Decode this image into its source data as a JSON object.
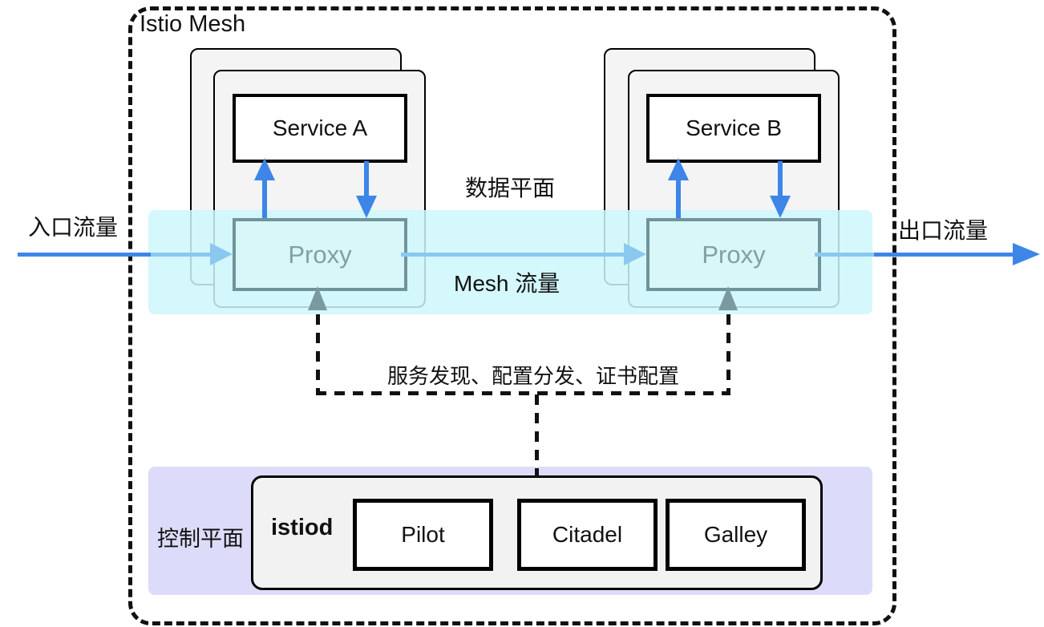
{
  "title": "Istio Mesh",
  "traffic": {
    "ingress": "入口流量",
    "egress": "出口流量",
    "mesh": "Mesh 流量"
  },
  "planes": {
    "data_plane": "数据平面",
    "control_plane": "控制平面"
  },
  "connector_label": "服务发现、配置分发、证书配置",
  "pods": [
    {
      "service": "Service A",
      "proxy": "Proxy"
    },
    {
      "service": "Service B",
      "proxy": "Proxy"
    }
  ],
  "istiod": {
    "label": "istiod",
    "components": [
      "Pilot",
      "Citadel",
      "Galley"
    ]
  },
  "colors": {
    "arrow_blue": "#3d86e8",
    "arrow_light_blue": "#8bc8f0",
    "data_plane_band": "#cdf7fa",
    "control_plane_band": "#dcdcfa",
    "proxy_border": "#6f949b",
    "proxy_fill": "#d9f7f9",
    "proxy_text": "#7fa0a5",
    "gray_arrow": "#7b9aa0",
    "pod_fill": "#f4f4f4",
    "istiod_fill": "#f2f2f2",
    "line_black": "#111111"
  }
}
